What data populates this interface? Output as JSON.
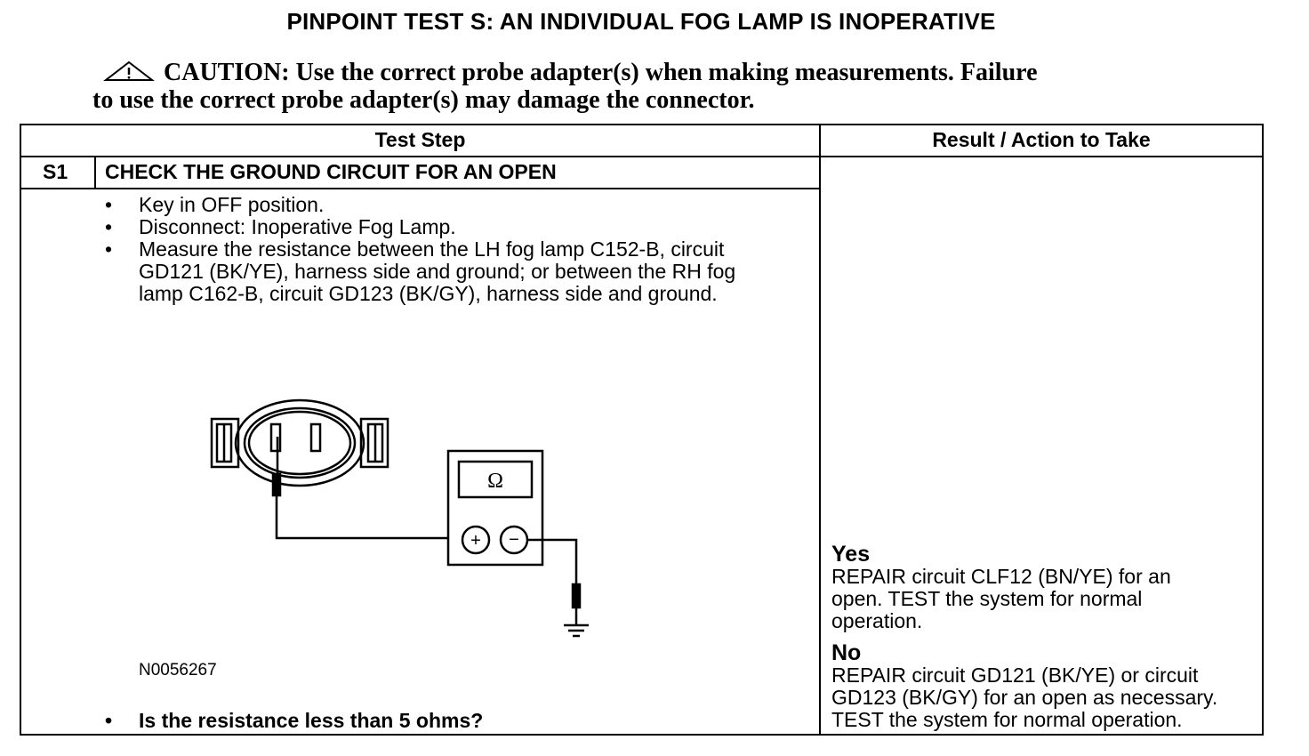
{
  "title": "PINPOINT TEST  S: AN INDIVIDUAL FOG LAMP IS INOPERATIVE",
  "caution": {
    "icon": "warning-triangle-icon",
    "label": "CAUTION:",
    "line1": "Use the correct probe adapter(s) when making measurements. Failure",
    "line2": "to use the correct probe adapter(s) may damage the connector."
  },
  "table": {
    "headers": {
      "test_step": "Test Step",
      "result_action": "Result / Action to Take"
    },
    "step": {
      "id": "S1",
      "title": "CHECK THE GROUND CIRCUIT FOR AN OPEN",
      "bullets": [
        "Key in OFF position.",
        "Disconnect: Inoperative Fog Lamp.",
        "Measure the resistance between the LH fog lamp C152-B, circuit GD121 (BK/YE), harness side and ground; or between the RH fog lamp C162-B, circuit GD123 (BK/GY), harness side and ground."
      ],
      "figure_id": "N0056267",
      "question": "Is the resistance less than 5 ohms?",
      "diagram": {
        "meter_symbol": "Ω",
        "plus": "+",
        "minus": "−"
      }
    },
    "results": {
      "yes": {
        "label": "Yes",
        "text": "REPAIR circuit CLF12 (BN/YE) for an open. TEST the system for normal operation."
      },
      "no": {
        "label": "No",
        "text": "REPAIR circuit GD121 (BK/YE) or circuit GD123 (BK/GY) for an open as necessary. TEST the system for normal operation."
      }
    }
  }
}
